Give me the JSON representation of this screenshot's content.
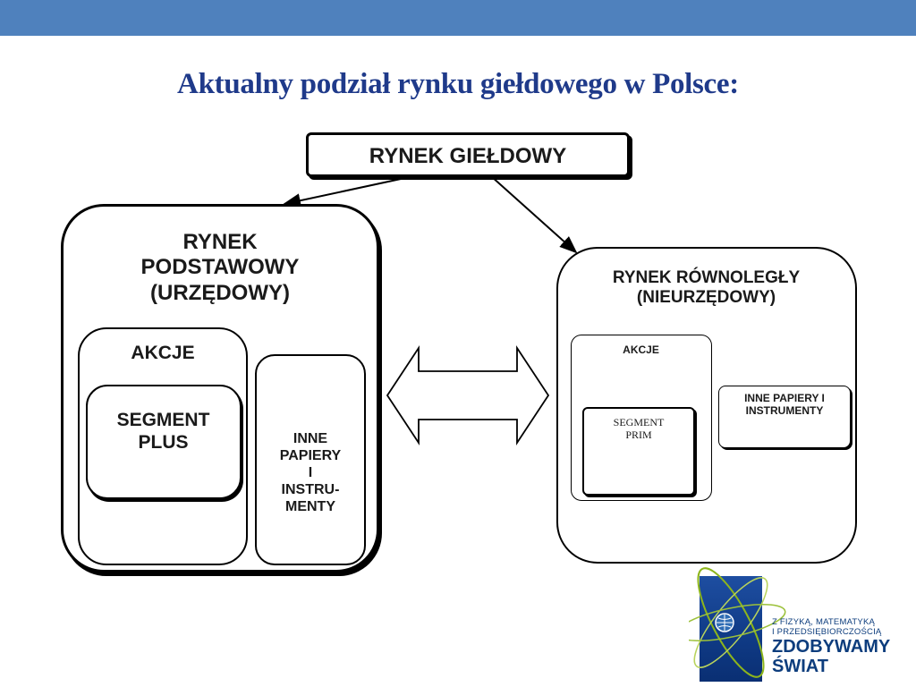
{
  "slide": {
    "title": "Aktualny podział rynku giełdowego w Polsce:"
  },
  "diagram": {
    "root": "RYNEK GIEŁDOWY",
    "left_market": {
      "title_lines": [
        "RYNEK",
        "PODSTAWOWY",
        "(URZĘDOWY)"
      ],
      "shares_label": "AKCJE",
      "segment_lines": [
        "SEGMENT",
        "PLUS"
      ],
      "other_lines": [
        "INNE",
        "PAPIERY",
        "I",
        "INSTRU-",
        "MENTY"
      ]
    },
    "right_market": {
      "title_lines": [
        "RYNEK RÓWNOLEGŁY",
        "(NIEURZĘDOWY)"
      ],
      "shares_label": "AKCJE",
      "segment_lines": [
        "SEGMENT",
        "PRIM"
      ],
      "other_lines": [
        "INNE PAPIERY I",
        "INSTRUMENTY"
      ]
    }
  },
  "logo": {
    "tagline_lines": [
      "Z FIZYKĄ, MATEMATYKĄ",
      "I PRZEDSIĘBIORCZOŚCIĄ"
    ],
    "name_lines": [
      "ZDOBYWAMY",
      "ŚWIAT"
    ],
    "brand_color": "#0d3d7d",
    "accent_color": "#8db51c"
  },
  "colors": {
    "top_bar": "#4f81bd",
    "title": "#1f3a8a"
  }
}
